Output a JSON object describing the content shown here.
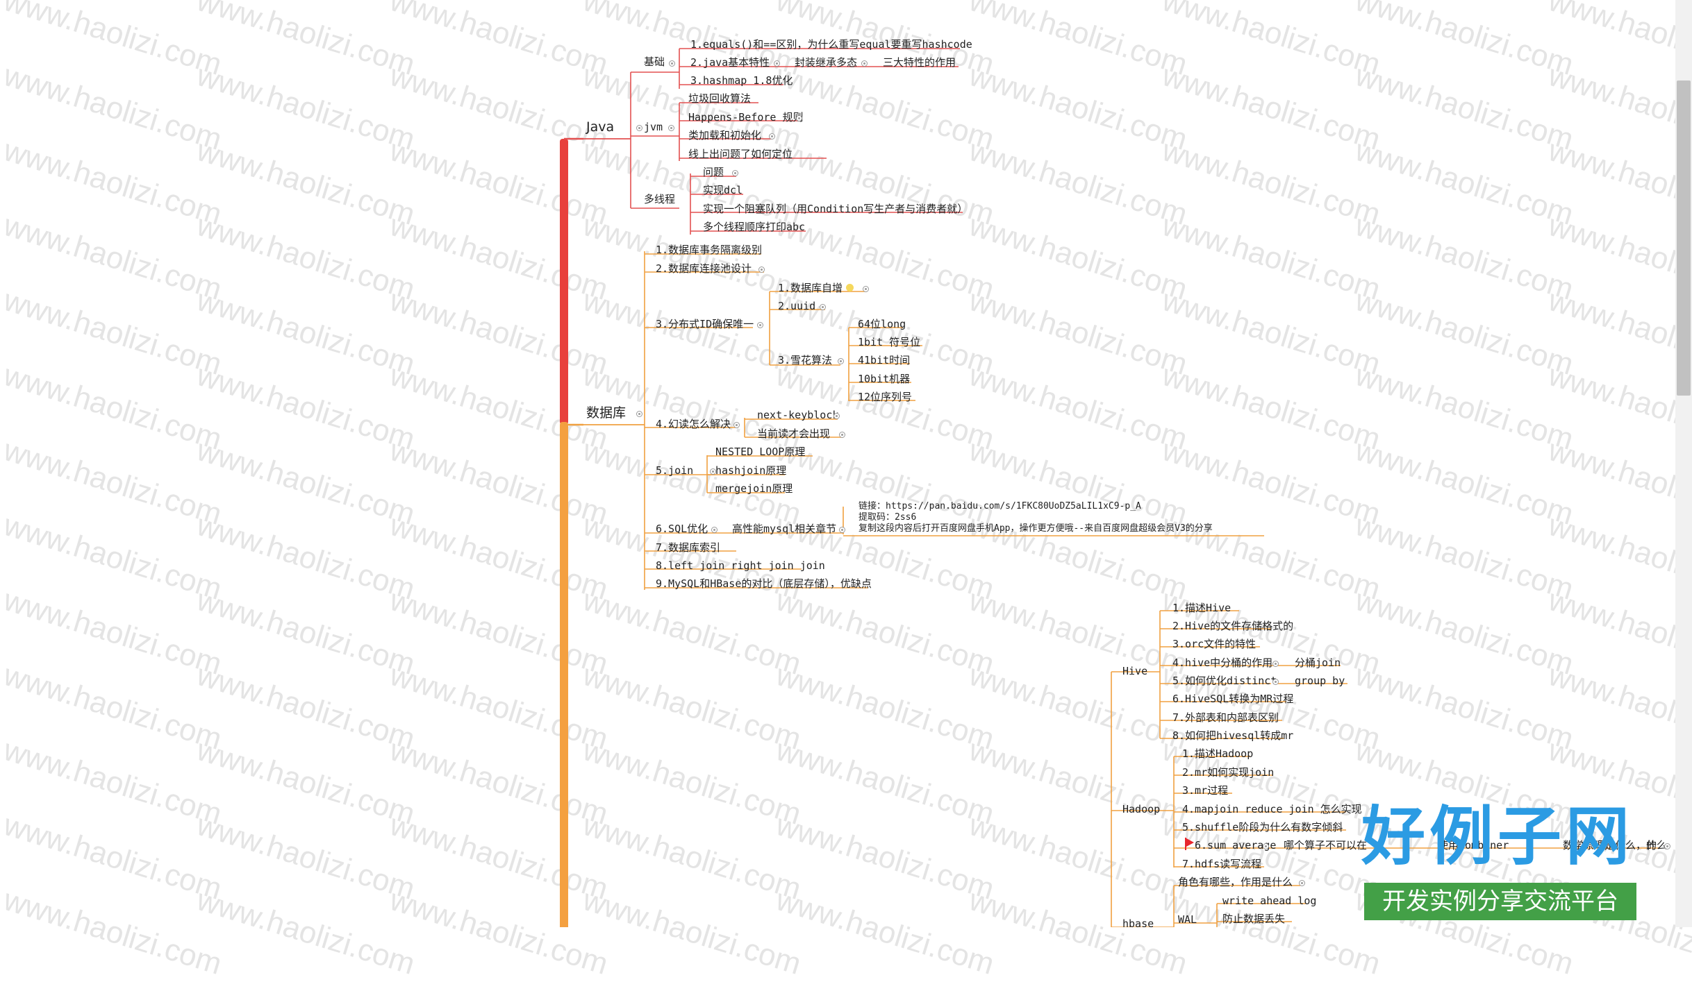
{
  "watermark": "www.haolizi.com",
  "colors": {
    "java_branch": "#e8403c",
    "db_branch": "#f4a040",
    "java_line": "#e35050",
    "db_line": "#f0a040"
  },
  "logo": {
    "main": "好例子网",
    "sub": "开发实例分享交流平台"
  },
  "nodes": {
    "java": "Java",
    "java_basic": "基础",
    "java_basic_1": "1.equals()和==区别，为什么重写equal要重写hashcode",
    "java_basic_2": "2.java基本特性",
    "java_basic_2a": "封装继承多态",
    "java_basic_2b": "三大特性的作用",
    "java_basic_3": "3.hashmap 1.8优化",
    "jvm": "jvm",
    "jvm_1": "垃圾回收算法",
    "jvm_2": "Happens-Before 规则",
    "jvm_3": "类加载和初始化",
    "jvm_4": "线上出问题了如何定位",
    "mt": "多线程",
    "mt_1": "问题",
    "mt_2": "实现dcl",
    "mt_3": "实现一个阻塞队列（用Condition写生产者与消费者就）",
    "mt_4": "多个线程顺序打印abc",
    "db": "数据库",
    "db_1": "1.数据库事务隔离级别",
    "db_2": "2.数据库连接池设计",
    "db_3": "3.分布式ID确保唯一",
    "db_3a": "1.数据库自增",
    "db_3b": "2.uuid",
    "db_3c": "3.雪花算法",
    "sf_1": "64位long",
    "sf_2": "1bit 符号位",
    "sf_3": "41bit时间",
    "sf_4": "10bit机器",
    "sf_5": "12位序列号",
    "db_4": "4.幻读怎么解决",
    "db_4a": "next-keyblock",
    "db_4b": "当前读才会出现",
    "db_5": "5.join",
    "db_5a": "NESTED LOOP原理",
    "db_5b": "hashjoin原理",
    "db_5c": "mergejoin原理",
    "db_6": "6.SQL优化",
    "db_6a": "高性能mysql相关章节",
    "db_6b1": "链接：https://pan.baidu.com/s/1FKC80UoDZ5aLIL1xC9-p_A",
    "db_6b2": "提取码：2ss6",
    "db_6b3": "复制这段内容后打开百度网盘手机App，操作更方便哦--来自百度网盘超级会员V3的分享",
    "db_7": "7.数据库索引",
    "db_8": "8.left join right join  join",
    "db_9": "9.MySQL和HBase的对比（底层存储），优缺点",
    "hive": "Hive",
    "hive_1": "1.描述Hive",
    "hive_2": "2.Hive的文件存储格式的",
    "hive_3": "3.orc文件的特性",
    "hive_4": "4.hive中分桶的作用",
    "hive_4a": "分桶join",
    "hive_5": "5.如何优化distinct",
    "hive_5a": "group by",
    "hive_6": "6.HiveSQL转换为MR过程",
    "hive_7": "7.外部表和内部表区别",
    "hive_8": "8.如何把hivesql转成mr",
    "hadoop": "Hadoop",
    "hd_1": "1.描述Hadoop",
    "hd_2": "2.mr如何实现join",
    "hd_3": "3.mr过程",
    "hd_4": "4.mapjoin reduce join 怎么实现",
    "hd_5": "5.shuffle阶段为什么有数字倾斜",
    "hd_6": "6.sum  average",
    "hd_6a": "哪个算子不可以在",
    "hd_6b": "使用combiner",
    "hd_6c": "数学原理是什么，什么",
    "hd_6d": "的",
    "hd_7": "7.hdfs读写流程",
    "hbase": "hbase",
    "hb_1": "角色有哪些，作用是什么",
    "wal": "WAL",
    "wal_1": "write ahead log",
    "wal_2": "防止数据丢失"
  }
}
